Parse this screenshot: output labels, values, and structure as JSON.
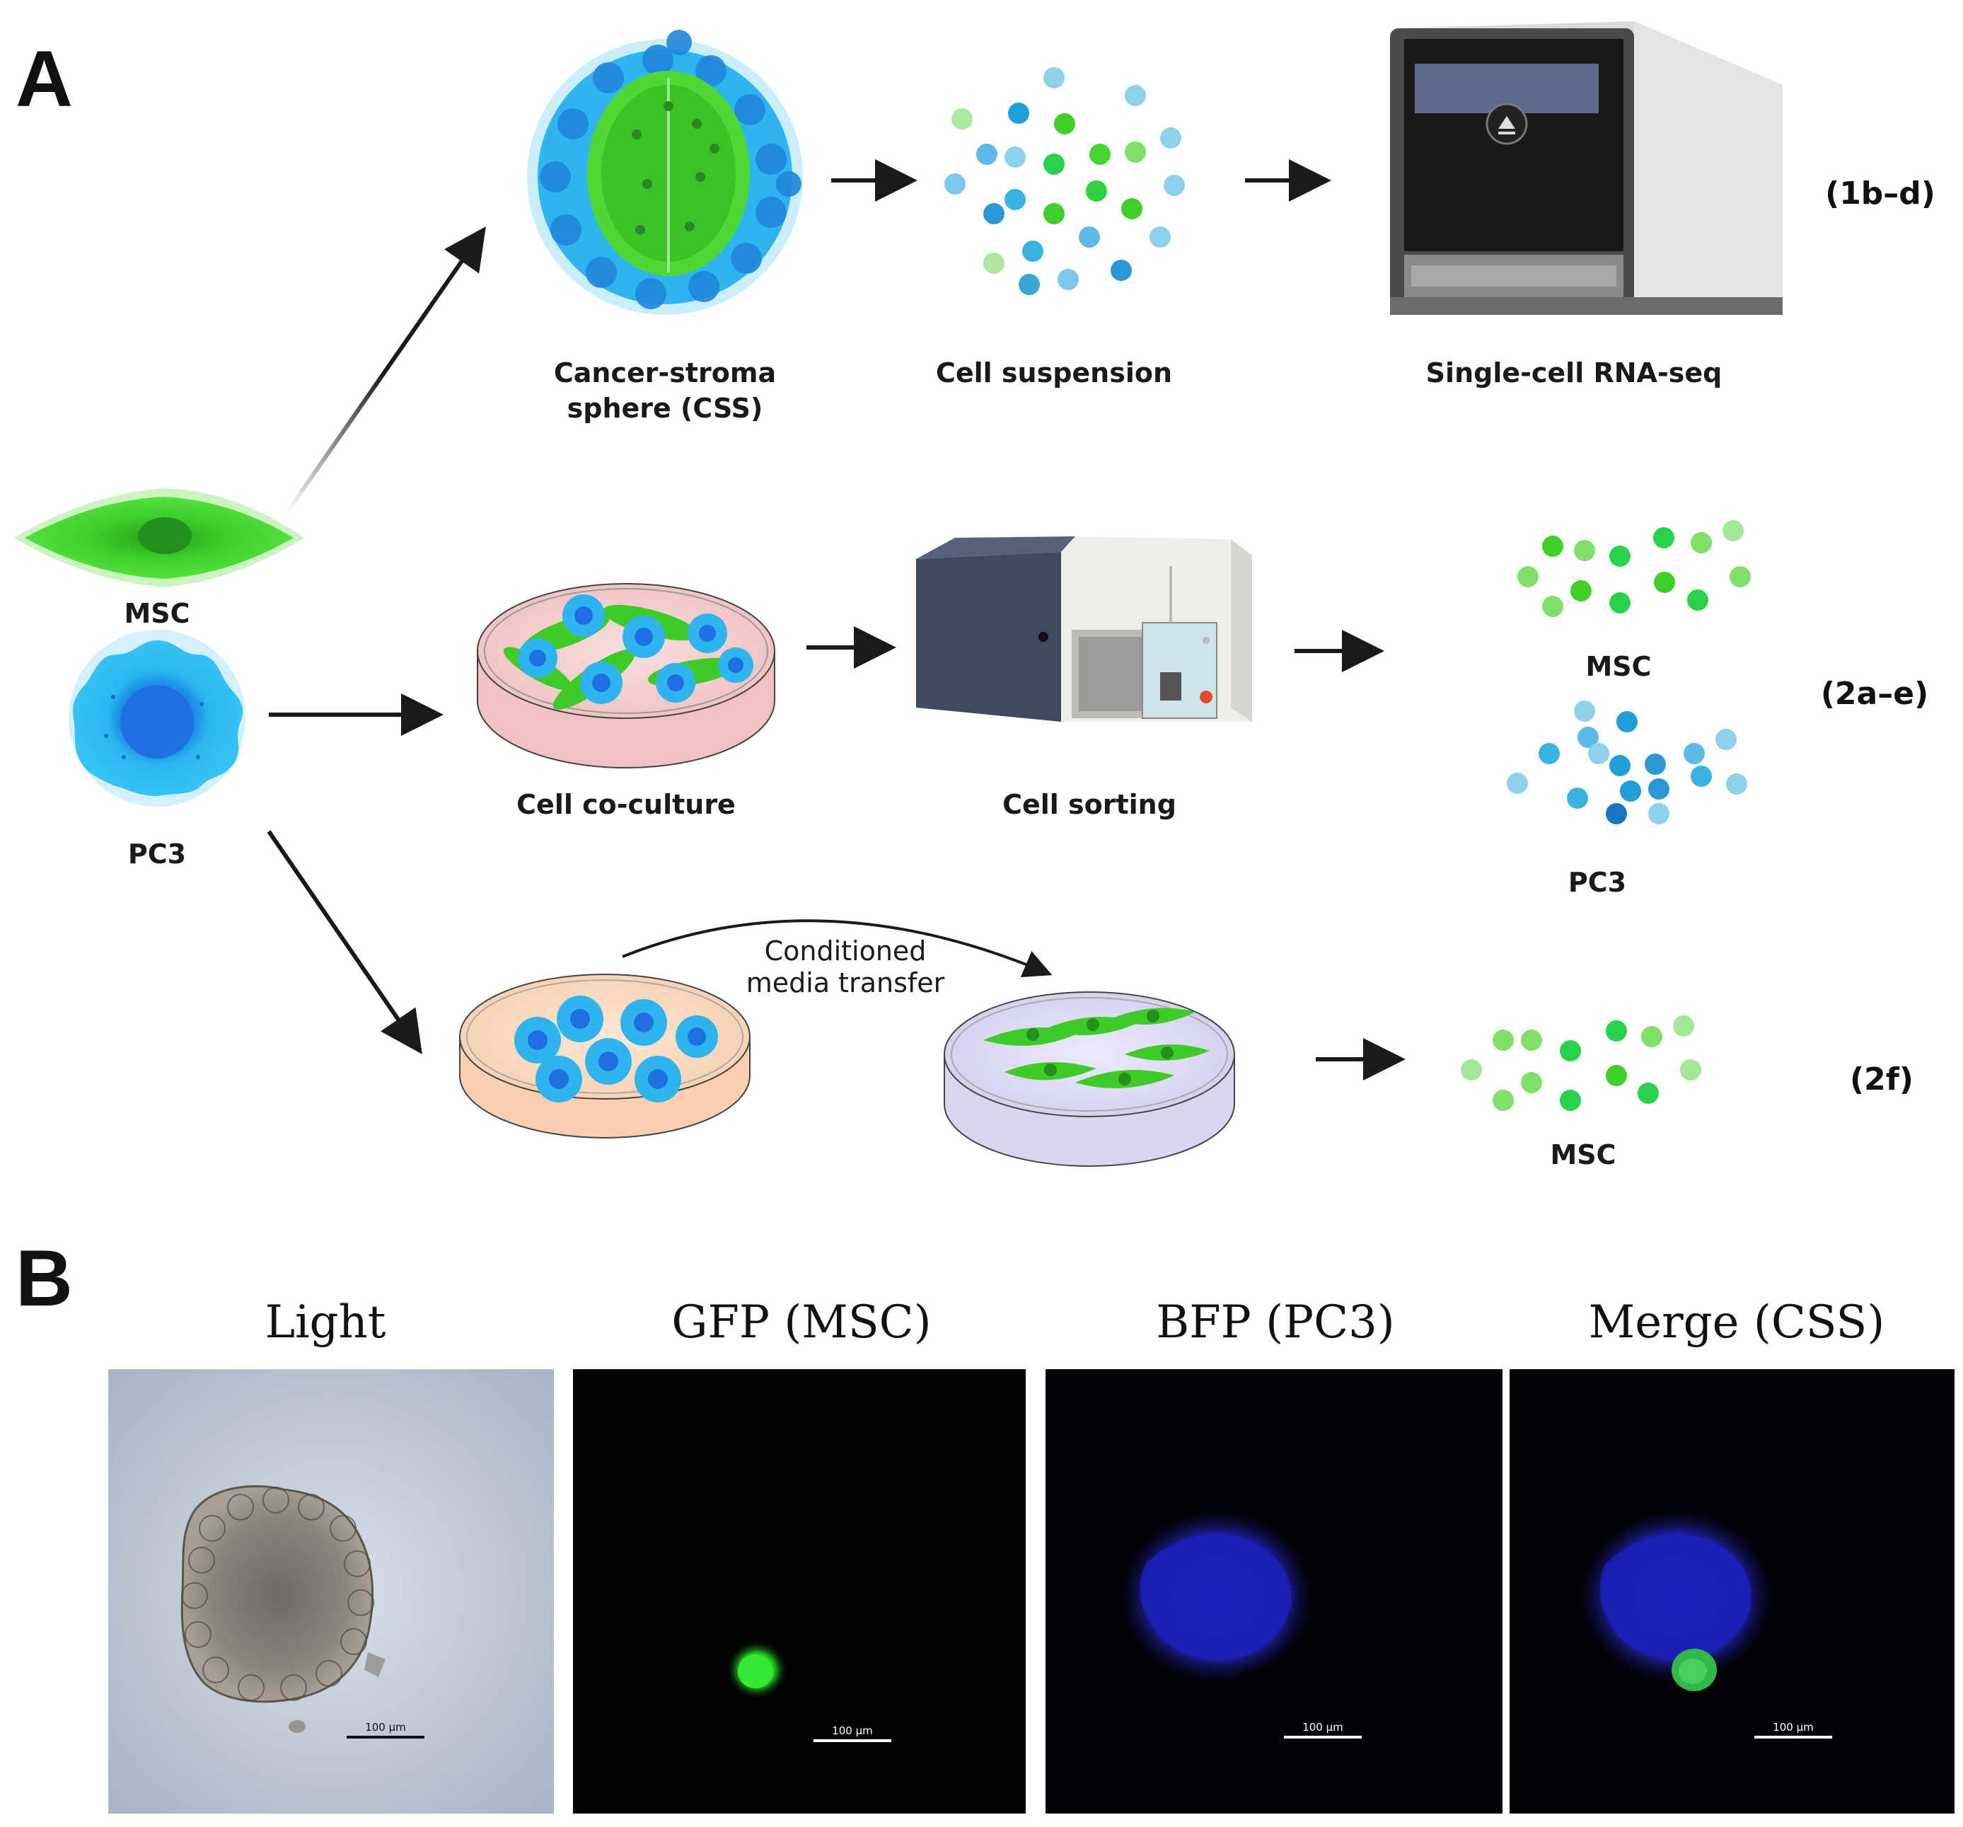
{
  "panel_a": {
    "letter": "A",
    "stage_labels": {
      "css": "Cancer-stroma",
      "css_line2": "sphere (CSS)",
      "suspension": "Cell suspension",
      "scrnaseq": "Single-cell RNA-seq",
      "coculture": "Cell co-culture",
      "sorting": "Cell sorting",
      "transfer": "Conditioned",
      "transfer_line2": "media transfer"
    },
    "cell_labels": {
      "msc": "MSC",
      "pc3": "PC3",
      "sorted_msc": "MSC",
      "sorted_pc3": "PC3",
      "cm_msc": "MSC"
    },
    "figure_refs": {
      "row1": "(1b–d)",
      "row2": "(2a–e)",
      "row3": "(2f)"
    },
    "colors": {
      "msc_green": "#3fcf2a",
      "pc3_blue": "#29b4ee",
      "arrow": "#1a1a1a"
    }
  },
  "panel_b": {
    "letter": "B",
    "images": [
      {
        "title": "Light",
        "scale": "100 µm"
      },
      {
        "title": "GFP (MSC)",
        "scale": "100 µm"
      },
      {
        "title": "BFP (PC3)",
        "scale": "100 µm"
      },
      {
        "title": "Merge (CSS)",
        "scale": "100 µm"
      }
    ]
  }
}
